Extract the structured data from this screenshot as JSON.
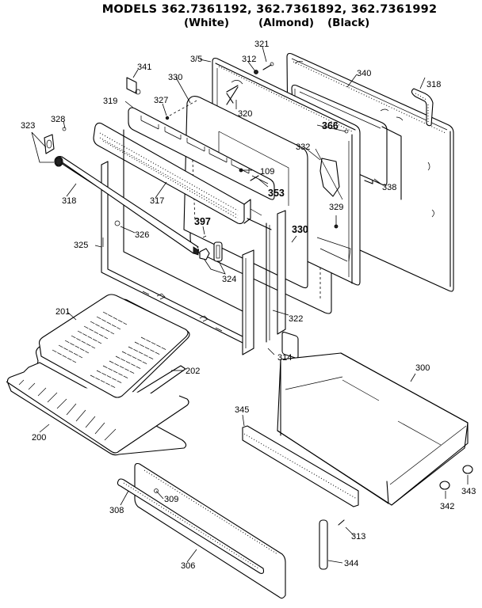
{
  "header": {
    "title": "MODELS 362.7361192, 362.7361892, 362.7361992",
    "variants": [
      "(White)",
      "(Almond)",
      "(Black)"
    ]
  },
  "diagram": {
    "description": "Exploded parts view: oven door, broiler pan and storage drawer",
    "callouts": {
      "p321": "321",
      "p312": "312",
      "p315": "3/5",
      "p341": "341",
      "p330a": "330",
      "p340": "340",
      "p318a": "318",
      "p319": "319",
      "p327": "327",
      "p320": "320",
      "p328": "328",
      "p323": "323",
      "p366": "366",
      "p332": "332",
      "p109": "109",
      "p353": "353",
      "p318b": "318",
      "p317": "317",
      "p338": "338",
      "p397": "397",
      "p329": "329",
      "p326": "326",
      "p330b": "330",
      "p325": "325",
      "p324": "324",
      "p322": "322",
      "p201": "201",
      "p314": "314",
      "p300": "300",
      "p202": "202",
      "p345": "345",
      "p200": "200",
      "p309": "309",
      "p308": "308",
      "p343": "343",
      "p342": "342",
      "p313": "313",
      "p306": "306",
      "p344": "344"
    }
  }
}
